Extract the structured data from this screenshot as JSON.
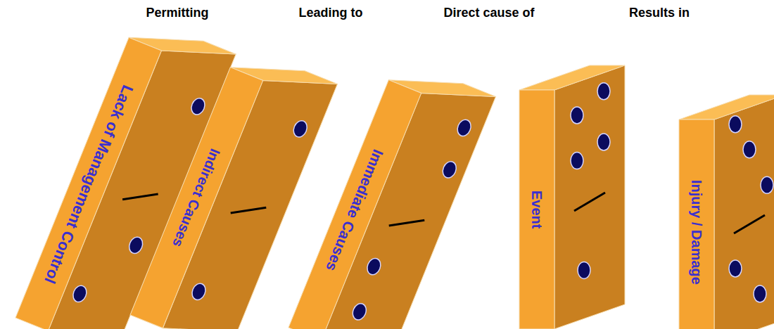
{
  "diagram": {
    "nodes": [
      {
        "text": [
          "Lack of Management Control"
        ]
      },
      {
        "text": [
          "Indirect Causes"
        ]
      },
      {
        "text": [
          "Immediate Causes"
        ]
      },
      {
        "text": [
          "Event"
        ]
      },
      {
        "text": [
          "Injury / Damage"
        ]
      }
    ],
    "labels": [
      "Permitting",
      "Leading to",
      "Direct cause of",
      "Results in"
    ]
  }
}
